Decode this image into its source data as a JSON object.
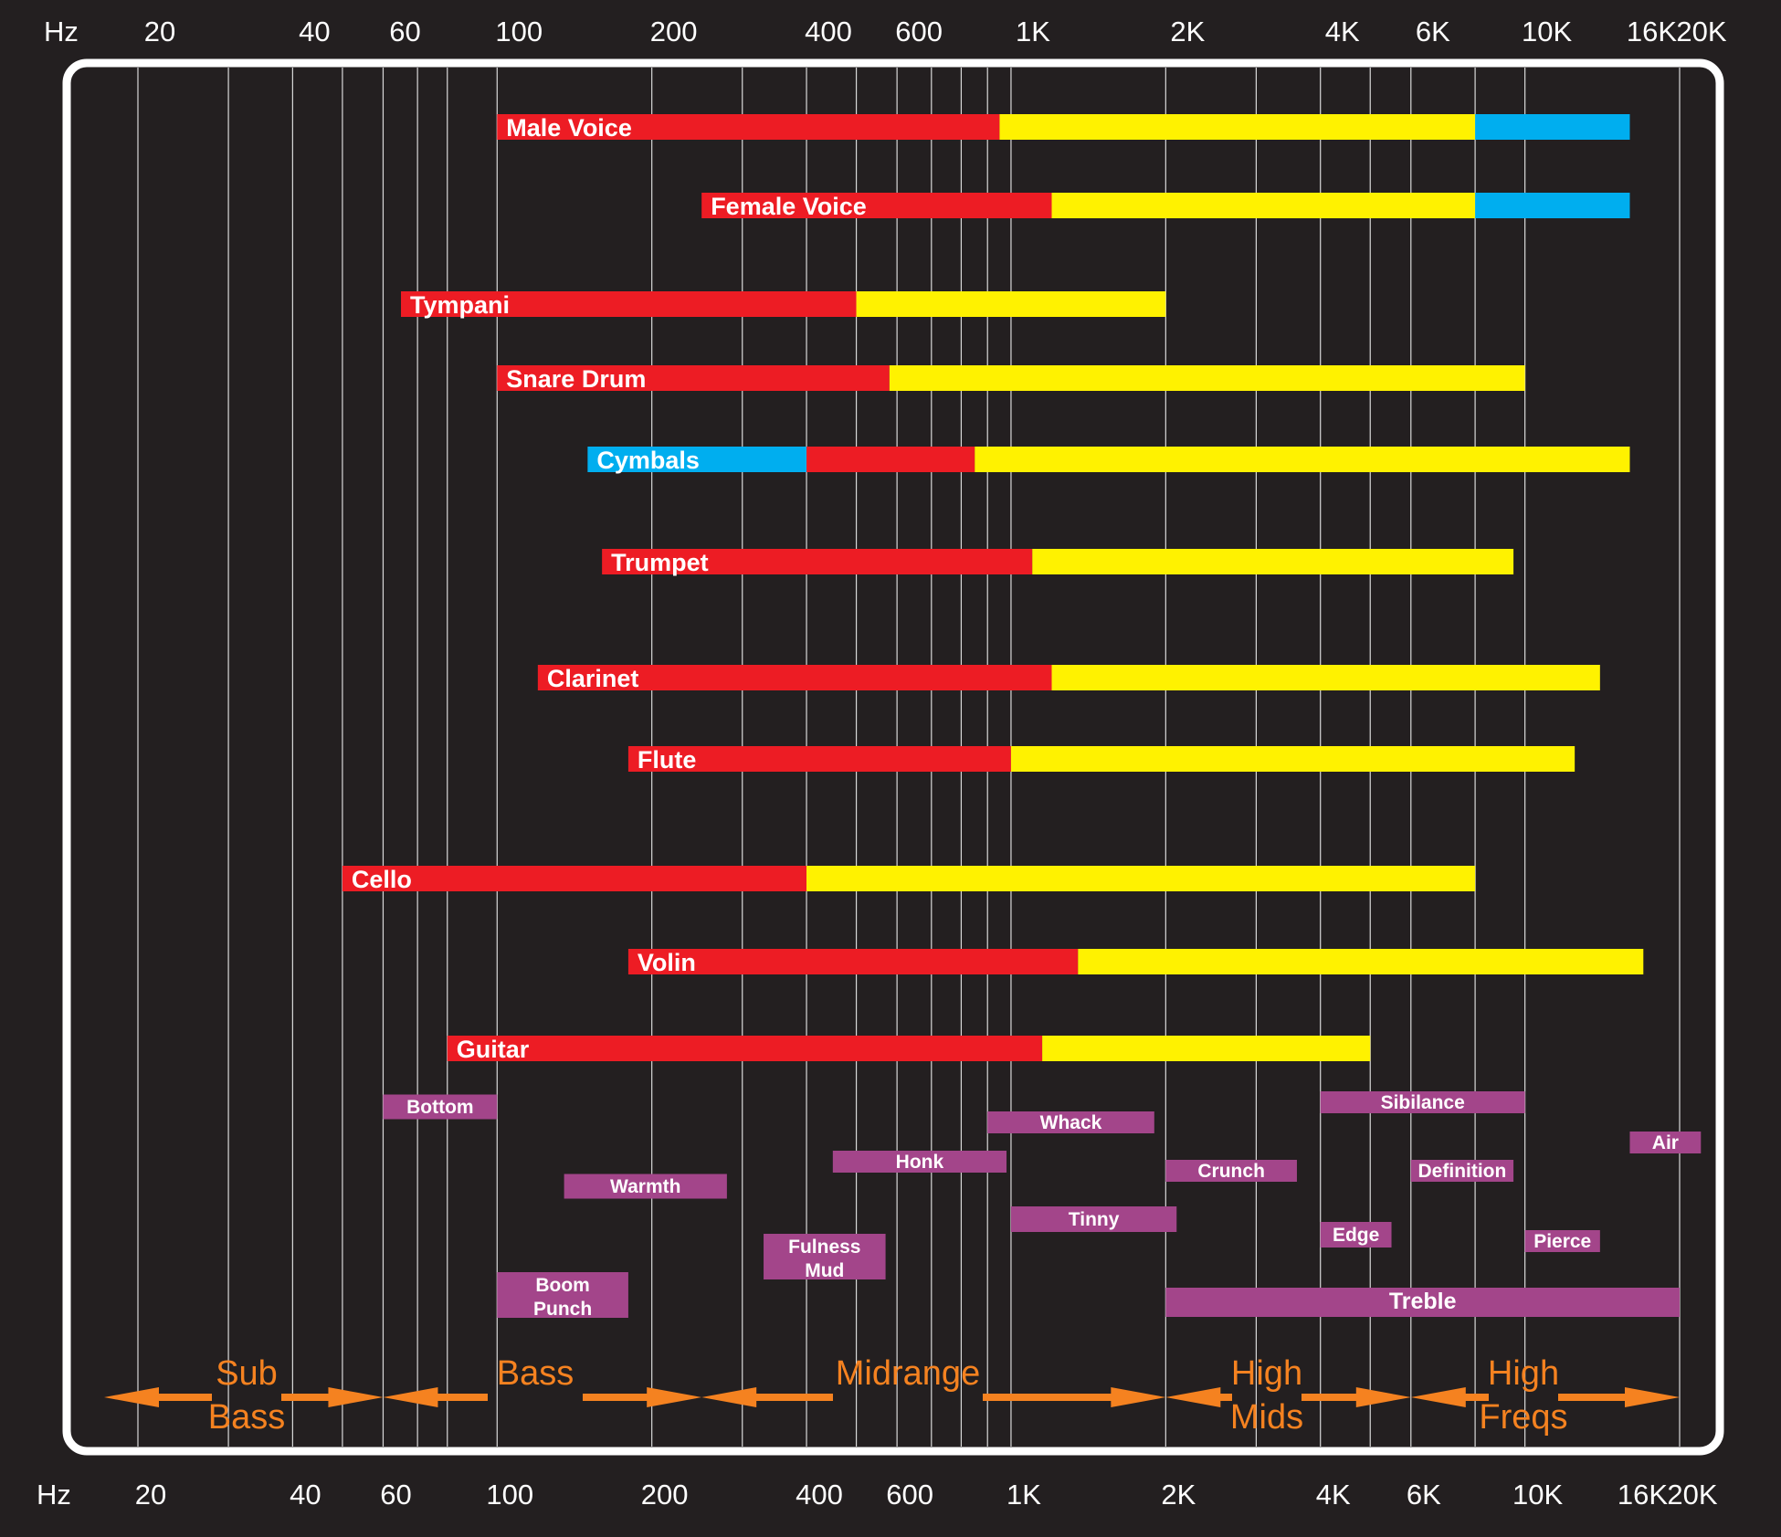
{
  "chart_data": {
    "type": "bar",
    "orientation": "horizontal",
    "x_scale": "log",
    "xlim": [
      14,
      24000
    ],
    "grid": true,
    "legend": "none",
    "axis_unit_label": "Hz",
    "tick_labels": [
      {
        "freq": 20,
        "label": "20"
      },
      {
        "freq": 40,
        "label": "40"
      },
      {
        "freq": 60,
        "label": "60"
      },
      {
        "freq": 100,
        "label": "100"
      },
      {
        "freq": 200,
        "label": "200"
      },
      {
        "freq": 400,
        "label": "400"
      },
      {
        "freq": 600,
        "label": "600"
      },
      {
        "freq": 1000,
        "label": "1K"
      },
      {
        "freq": 2000,
        "label": "2K"
      },
      {
        "freq": 4000,
        "label": "4K"
      },
      {
        "freq": 6000,
        "label": "6K"
      },
      {
        "freq": 10000,
        "label": "10K"
      },
      {
        "freq": 16000,
        "label": "16K"
      },
      {
        "freq": 20000,
        "label": "20K"
      }
    ],
    "gridlines_hz": [
      20,
      30,
      40,
      50,
      60,
      70,
      80,
      100,
      200,
      300,
      400,
      500,
      600,
      700,
      800,
      900,
      1000,
      2000,
      3000,
      4000,
      5000,
      6000,
      8000,
      10000,
      20000
    ],
    "instruments": [
      {
        "name": "Male Voice",
        "segments": [
          {
            "from": 100,
            "to": 950,
            "color": "#ed1c24"
          },
          {
            "from": 950,
            "to": 8000,
            "color": "#fff200"
          },
          {
            "from": 8000,
            "to": 16000,
            "color": "#00aeef"
          }
        ]
      },
      {
        "name": "Female Voice",
        "segments": [
          {
            "from": 250,
            "to": 1200,
            "color": "#ed1c24"
          },
          {
            "from": 1200,
            "to": 8000,
            "color": "#fff200"
          },
          {
            "from": 8000,
            "to": 16000,
            "color": "#00aeef"
          }
        ]
      },
      {
        "name": "Tympani",
        "segments": [
          {
            "from": 65,
            "to": 500,
            "color": "#ed1c24"
          },
          {
            "from": 500,
            "to": 2000,
            "color": "#fff200"
          }
        ]
      },
      {
        "name": "Snare Drum",
        "segments": [
          {
            "from": 100,
            "to": 580,
            "color": "#ed1c24"
          },
          {
            "from": 580,
            "to": 10000,
            "color": "#fff200"
          }
        ]
      },
      {
        "name": "Cymbals",
        "segments": [
          {
            "from": 150,
            "to": 400,
            "color": "#00aeef"
          },
          {
            "from": 400,
            "to": 850,
            "color": "#ed1c24"
          },
          {
            "from": 850,
            "to": 16000,
            "color": "#fff200"
          }
        ]
      },
      {
        "name": "Trumpet",
        "segments": [
          {
            "from": 160,
            "to": 1100,
            "color": "#ed1c24"
          },
          {
            "from": 1100,
            "to": 9500,
            "color": "#fff200"
          }
        ]
      },
      {
        "name": "Clarinet",
        "segments": [
          {
            "from": 120,
            "to": 1200,
            "color": "#ed1c24"
          },
          {
            "from": 1200,
            "to": 14000,
            "color": "#fff200"
          }
        ]
      },
      {
        "name": "Flute",
        "segments": [
          {
            "from": 180,
            "to": 1000,
            "color": "#ed1c24"
          },
          {
            "from": 1000,
            "to": 12500,
            "color": "#fff200"
          }
        ]
      },
      {
        "name": "Cello",
        "segments": [
          {
            "from": 50,
            "to": 400,
            "color": "#ed1c24"
          },
          {
            "from": 400,
            "to": 8000,
            "color": "#fff200"
          }
        ]
      },
      {
        "name": "Volin",
        "segments": [
          {
            "from": 180,
            "to": 1350,
            "color": "#ed1c24"
          },
          {
            "from": 1350,
            "to": 17000,
            "color": "#fff200"
          }
        ]
      },
      {
        "name": "Guitar",
        "segments": [
          {
            "from": 80,
            "to": 1150,
            "color": "#ed1c24"
          },
          {
            "from": 1150,
            "to": 5000,
            "color": "#fff200"
          }
        ]
      }
    ],
    "qualities": [
      {
        "lines": [
          "Bottom"
        ],
        "from": 60,
        "to": 100,
        "row": 0
      },
      {
        "lines": [
          "Whack"
        ],
        "from": 900,
        "to": 1900,
        "row": 1
      },
      {
        "lines": [
          "Sibilance"
        ],
        "from": 4000,
        "to": 10000,
        "row": 2
      },
      {
        "lines": [
          "Air"
        ],
        "from": 16000,
        "to": 22000,
        "row": 3
      },
      {
        "lines": [
          "Honk"
        ],
        "from": 450,
        "to": 980,
        "row": 4
      },
      {
        "lines": [
          "Crunch"
        ],
        "from": 2000,
        "to": 3600,
        "row": 5
      },
      {
        "lines": [
          "Definition"
        ],
        "from": 6000,
        "to": 9500,
        "row": 6
      },
      {
        "lines": [
          "Warmth"
        ],
        "from": 135,
        "to": 280,
        "row": 7
      },
      {
        "lines": [
          "Tinny"
        ],
        "from": 1000,
        "to": 2100,
        "row": 8
      },
      {
        "lines": [
          "Edge"
        ],
        "from": 4000,
        "to": 5500,
        "row": 9
      },
      {
        "lines": [
          "Pierce"
        ],
        "from": 10000,
        "to": 14000,
        "row": 10
      },
      {
        "lines": [
          "Fulness",
          "Mud"
        ],
        "from": 330,
        "to": 570,
        "row": 11
      },
      {
        "lines": [
          "Boom",
          "Punch"
        ],
        "from": 100,
        "to": 180,
        "row": 12
      },
      {
        "lines": [
          "Treble"
        ],
        "from": 2000,
        "to": 20000,
        "row": 13
      }
    ],
    "bands": [
      {
        "lines": [
          "Sub",
          "Bass"
        ],
        "from": 20,
        "to": 60
      },
      {
        "lines": [
          "Bass"
        ],
        "from": 60,
        "to": 250
      },
      {
        "lines": [
          "Midrange"
        ],
        "from": 250,
        "to": 2000
      },
      {
        "lines": [
          "High",
          "Mids"
        ],
        "from": 2000,
        "to": 6000
      },
      {
        "lines": [
          "High",
          "Freqs"
        ],
        "from": 6000,
        "to": 20000
      }
    ],
    "colors": {
      "background": "#231f20",
      "frame": "#ffffff",
      "grid": "#d9d9d9",
      "quality": "#a3458a",
      "band": "#f58220",
      "label": "#ffffff"
    }
  }
}
